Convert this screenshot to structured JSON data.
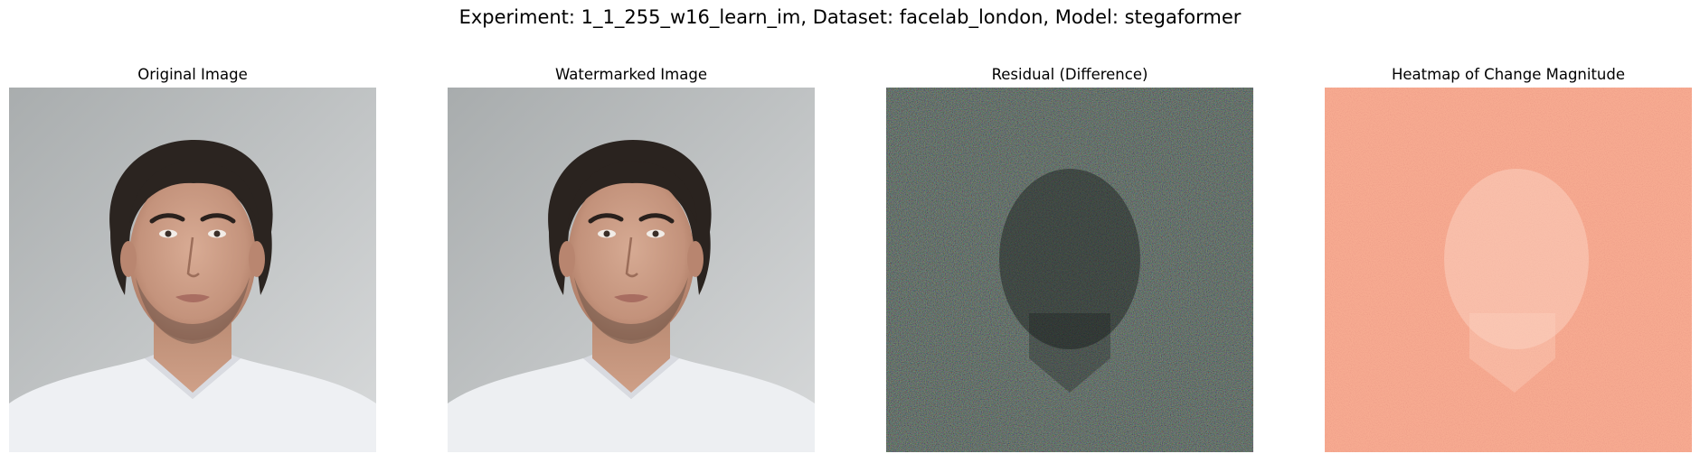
{
  "figure": {
    "suptitle": "Experiment: 1_1_255_w16_learn_im, Dataset: facelab_london, Model: stegaformer"
  },
  "panels": [
    {
      "title": "Original Image"
    },
    {
      "title": "Watermarked Image"
    },
    {
      "title": "Residual (Difference)"
    },
    {
      "title": "Heatmap of Change Magnitude"
    }
  ],
  "colors": {
    "background_gray": "#c9cbcc",
    "shirt_white": "#f1f2f5",
    "skin": "#c99b83",
    "hair": "#2b2420",
    "residual_base": "#2b322e",
    "heatmap_base": "#f7ad93"
  }
}
